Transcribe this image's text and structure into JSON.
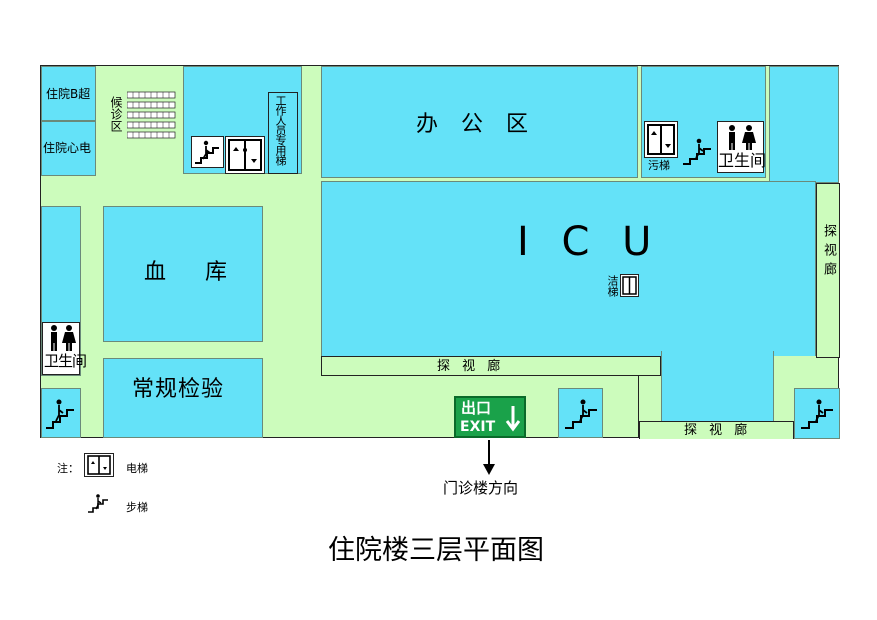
{
  "rooms": {
    "inpatient_ultrasound": "住院B超",
    "inpatient_ecg": "住院心电",
    "waiting_area": "候诊区",
    "staff_only": "工作人员专用梯",
    "office_area": "办 公 区",
    "icu": "I C U",
    "blood_bank": "血 库",
    "routine_lab": "常规检验",
    "clean_elevator": "洁梯",
    "dirty_elevator": "污梯",
    "restroom": "卫生间",
    "visiting_corridor": "探视廊",
    "visiting_corridor_spaced": "探 视 廊"
  },
  "exit_sign": {
    "cn": "出口",
    "en": "EXIT"
  },
  "direction_label": "门诊楼方向",
  "legend": {
    "note": "注：",
    "elevator": "电梯",
    "stairs": "步梯"
  },
  "title": "住院楼三层平面图",
  "colors": {
    "room": "#64e2f8",
    "floor": "#ccfcbc",
    "exit": "#1aa24a"
  },
  "icons": [
    "elevator-icon",
    "stairs-icon",
    "restroom-icon",
    "exit-arrow-icon",
    "direction-arrow-icon"
  ]
}
